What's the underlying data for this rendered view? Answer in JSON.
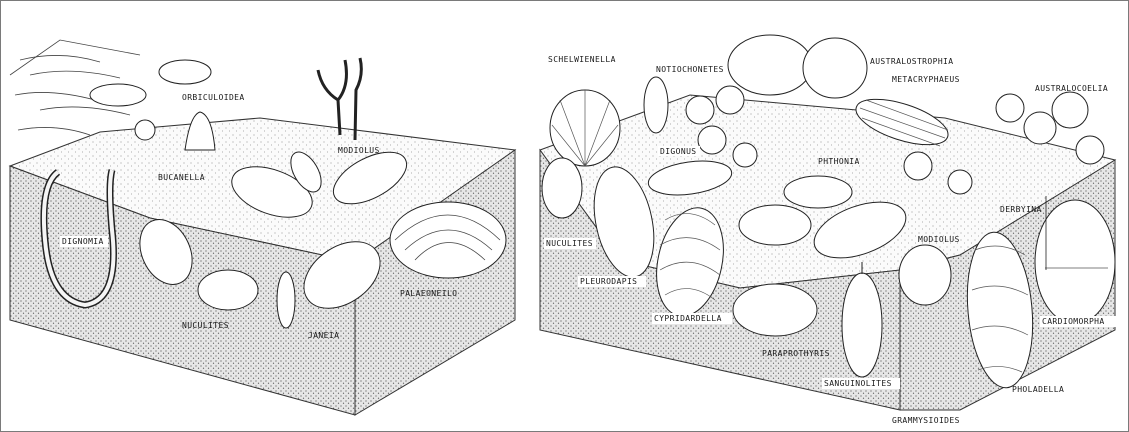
{
  "colors": {
    "ink": "#1a1a1a",
    "sediment_stipple": "#bdbdbd",
    "block_side_fill": "#d8d8d8",
    "paper": "#ffffff"
  },
  "panels": [
    {
      "name": "left-block",
      "labels": {
        "orbiculoidea": "ORBICULOIDEA",
        "bucanella": "BUCANELLA",
        "modiolus": "MODIOLUS",
        "dignomia": "DIGNOMIA",
        "nuculites": "NUCULITES",
        "janeia": "JANEIA",
        "palaeoneilo": "PALAEONEILO"
      }
    },
    {
      "name": "right-block",
      "labels": {
        "schelwienella": "SCHELWIENELLA",
        "notiochonetes": "NOTIOCHONETES",
        "australostrophia": "AUSTRALOSTROPHIA",
        "metacryphaeus": "METACRYPHAEUS",
        "australocoelia": "AUSTRALOCOELIA",
        "digonus": "DIGONUS",
        "phthonia": "PHTHONIA",
        "derbyina": "DERBYINA",
        "modiolus": "MODIOLUS",
        "nuculites": "NUCULITES",
        "pleurodapis": "PLEURODAPIS",
        "cypridardella": "CYPRIDARDELLA",
        "paraprothyris": "PARAPROTHYRIS",
        "sanguinolites": "SANGUINOLITES",
        "pholadella": "PHOLADELLA",
        "cardiomorpha": "CARDIOMORPHA",
        "grammysioides": "GRAMMYSIOIDES"
      }
    }
  ]
}
